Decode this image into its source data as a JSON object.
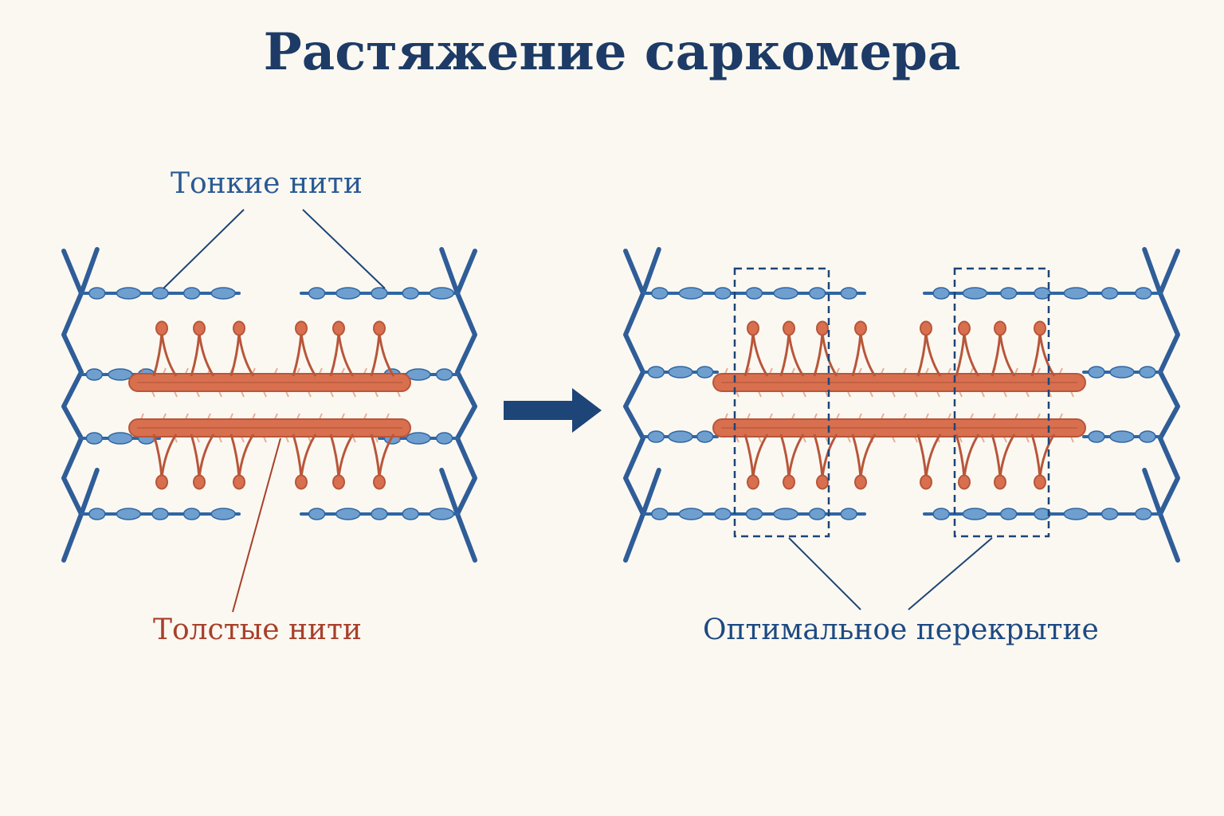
{
  "title": "Растяжение саркомера",
  "labels": {
    "thin_filaments": "Тонкие нити",
    "thick_filaments": "Толстые нити",
    "optimal_overlap": "Оптимальное перекрытие"
  },
  "colors": {
    "thin": "#2f66a3",
    "thin_bead": "#6f9fcf",
    "z_line": "#2f5d98",
    "thick": "#d8704f",
    "thick_dark": "#b8563a",
    "arrow": "#1d4577",
    "title": "#1d3b66",
    "thick_label": "#a8402b"
  },
  "icons": {
    "arrow": "right-arrow-icon"
  }
}
